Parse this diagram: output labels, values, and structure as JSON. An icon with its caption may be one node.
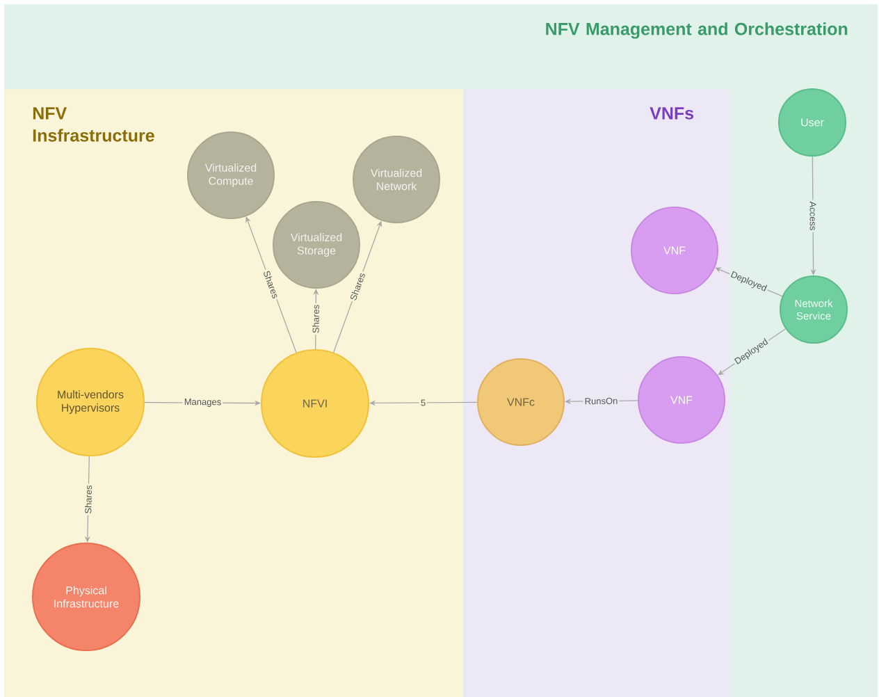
{
  "diagram": {
    "nodes": [
      {
        "text": [
          "NFV Management and Orchestration"
        ]
      },
      {
        "text": [
          "NFV Insfrastructure"
        ],
        "in": 0
      },
      {
        "text": [
          "VNFs"
        ],
        "in": 0
      },
      {
        "text": [
          "Virtualized Compute"
        ],
        "in": 1
      },
      {
        "text": [
          "Virtualized Storage"
        ],
        "in": 1
      },
      {
        "text": [
          "Virtualized Network"
        ],
        "in": 1
      },
      {
        "text": [
          "Multi-vendors Hypervisors"
        ],
        "in": 1
      },
      {
        "text": [
          "NFVI"
        ],
        "in": 1
      },
      {
        "text": [
          "Physical Infrastructure"
        ],
        "in": 1
      },
      {
        "text": [
          "VNFc"
        ],
        "in": 2
      },
      {
        "text": [
          "VNF"
        ],
        "in": 2
      },
      {
        "text": [
          "VNF"
        ],
        "in": 2
      },
      {
        "text": [
          "User"
        ],
        "in": 0
      },
      {
        "text": [
          "Network Service"
        ],
        "in": 0
      }
    ],
    "edges": [
      {
        "from": 7,
        "to": 3,
        "arrow": "to",
        "label": "Shares"
      },
      {
        "from": 7,
        "to": 4,
        "arrow": "to",
        "label": "Shares"
      },
      {
        "from": 7,
        "to": 5,
        "arrow": "to",
        "label": "Shares"
      },
      {
        "from": 6,
        "to": 7,
        "arrow": "to",
        "label": "Manages"
      },
      {
        "from": 9,
        "to": 7,
        "arrow": "to",
        "label": "5"
      },
      {
        "from": 11,
        "to": 9,
        "arrow": "to",
        "label": "RunsOn"
      },
      {
        "from": 6,
        "to": 8,
        "arrow": "to",
        "label": "Shares"
      },
      {
        "from": 12,
        "to": 13,
        "arrow": "to",
        "label": "Access"
      },
      {
        "from": 13,
        "to": 10,
        "arrow": "to",
        "label": "Deployed"
      },
      {
        "from": 13,
        "to": 11,
        "arrow": "to",
        "label": "Deployed"
      }
    ]
  }
}
